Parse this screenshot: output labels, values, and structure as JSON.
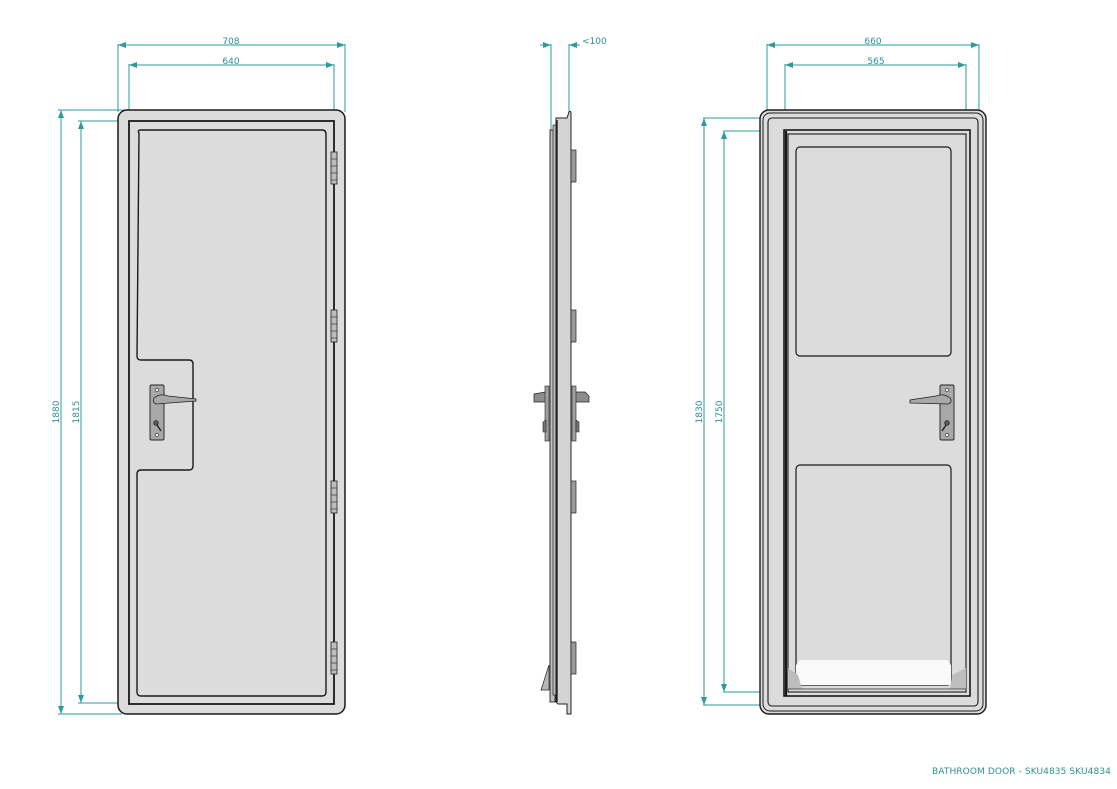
{
  "title": "BATHROOM DOOR - SKU4835 SKU4834",
  "colors": {
    "dimension": "#2e9a9a",
    "door_fill": "#dcdcdc",
    "outline": "#1a1a1a",
    "hardware": "#a8a8a8"
  },
  "views": {
    "front_left": {
      "width_outer": "708",
      "width_inner": "640",
      "height_outer": "1880",
      "height_inner": "1815"
    },
    "side": {
      "depth": "<100"
    },
    "front_right": {
      "width_outer": "660",
      "width_inner": "565",
      "height_outer": "1830",
      "height_inner": "1750"
    }
  }
}
